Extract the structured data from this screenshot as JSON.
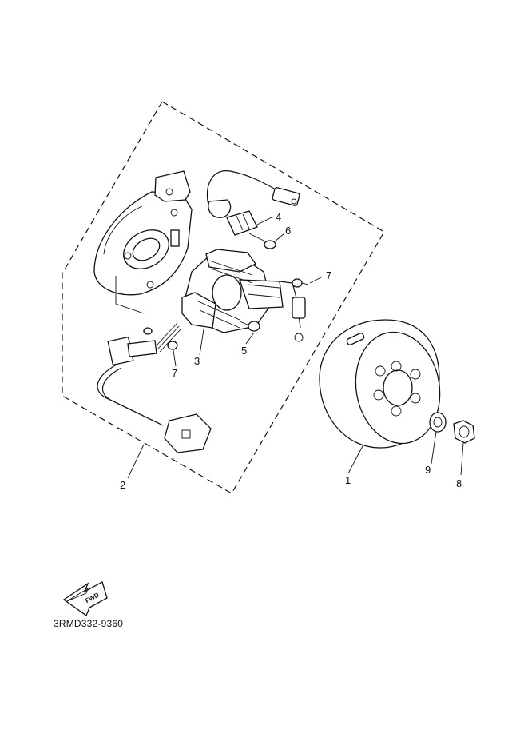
{
  "diagram": {
    "callouts": [
      {
        "id": "1",
        "text": "1"
      },
      {
        "id": "2",
        "text": "2"
      },
      {
        "id": "3",
        "text": "3"
      },
      {
        "id": "4",
        "text": "4"
      },
      {
        "id": "5",
        "text": "5"
      },
      {
        "id": "6",
        "text": "6"
      },
      {
        "id": "7a",
        "text": "7"
      },
      {
        "id": "7b",
        "text": "7"
      },
      {
        "id": "8",
        "text": "8"
      },
      {
        "id": "9",
        "text": "9"
      }
    ],
    "fwd_label": "FWD",
    "part_code": "3RMD332-9360"
  },
  "colors": {
    "ink": "#111111",
    "background": "#ffffff"
  },
  "icons": [
    "fwd-arrow-icon"
  ]
}
